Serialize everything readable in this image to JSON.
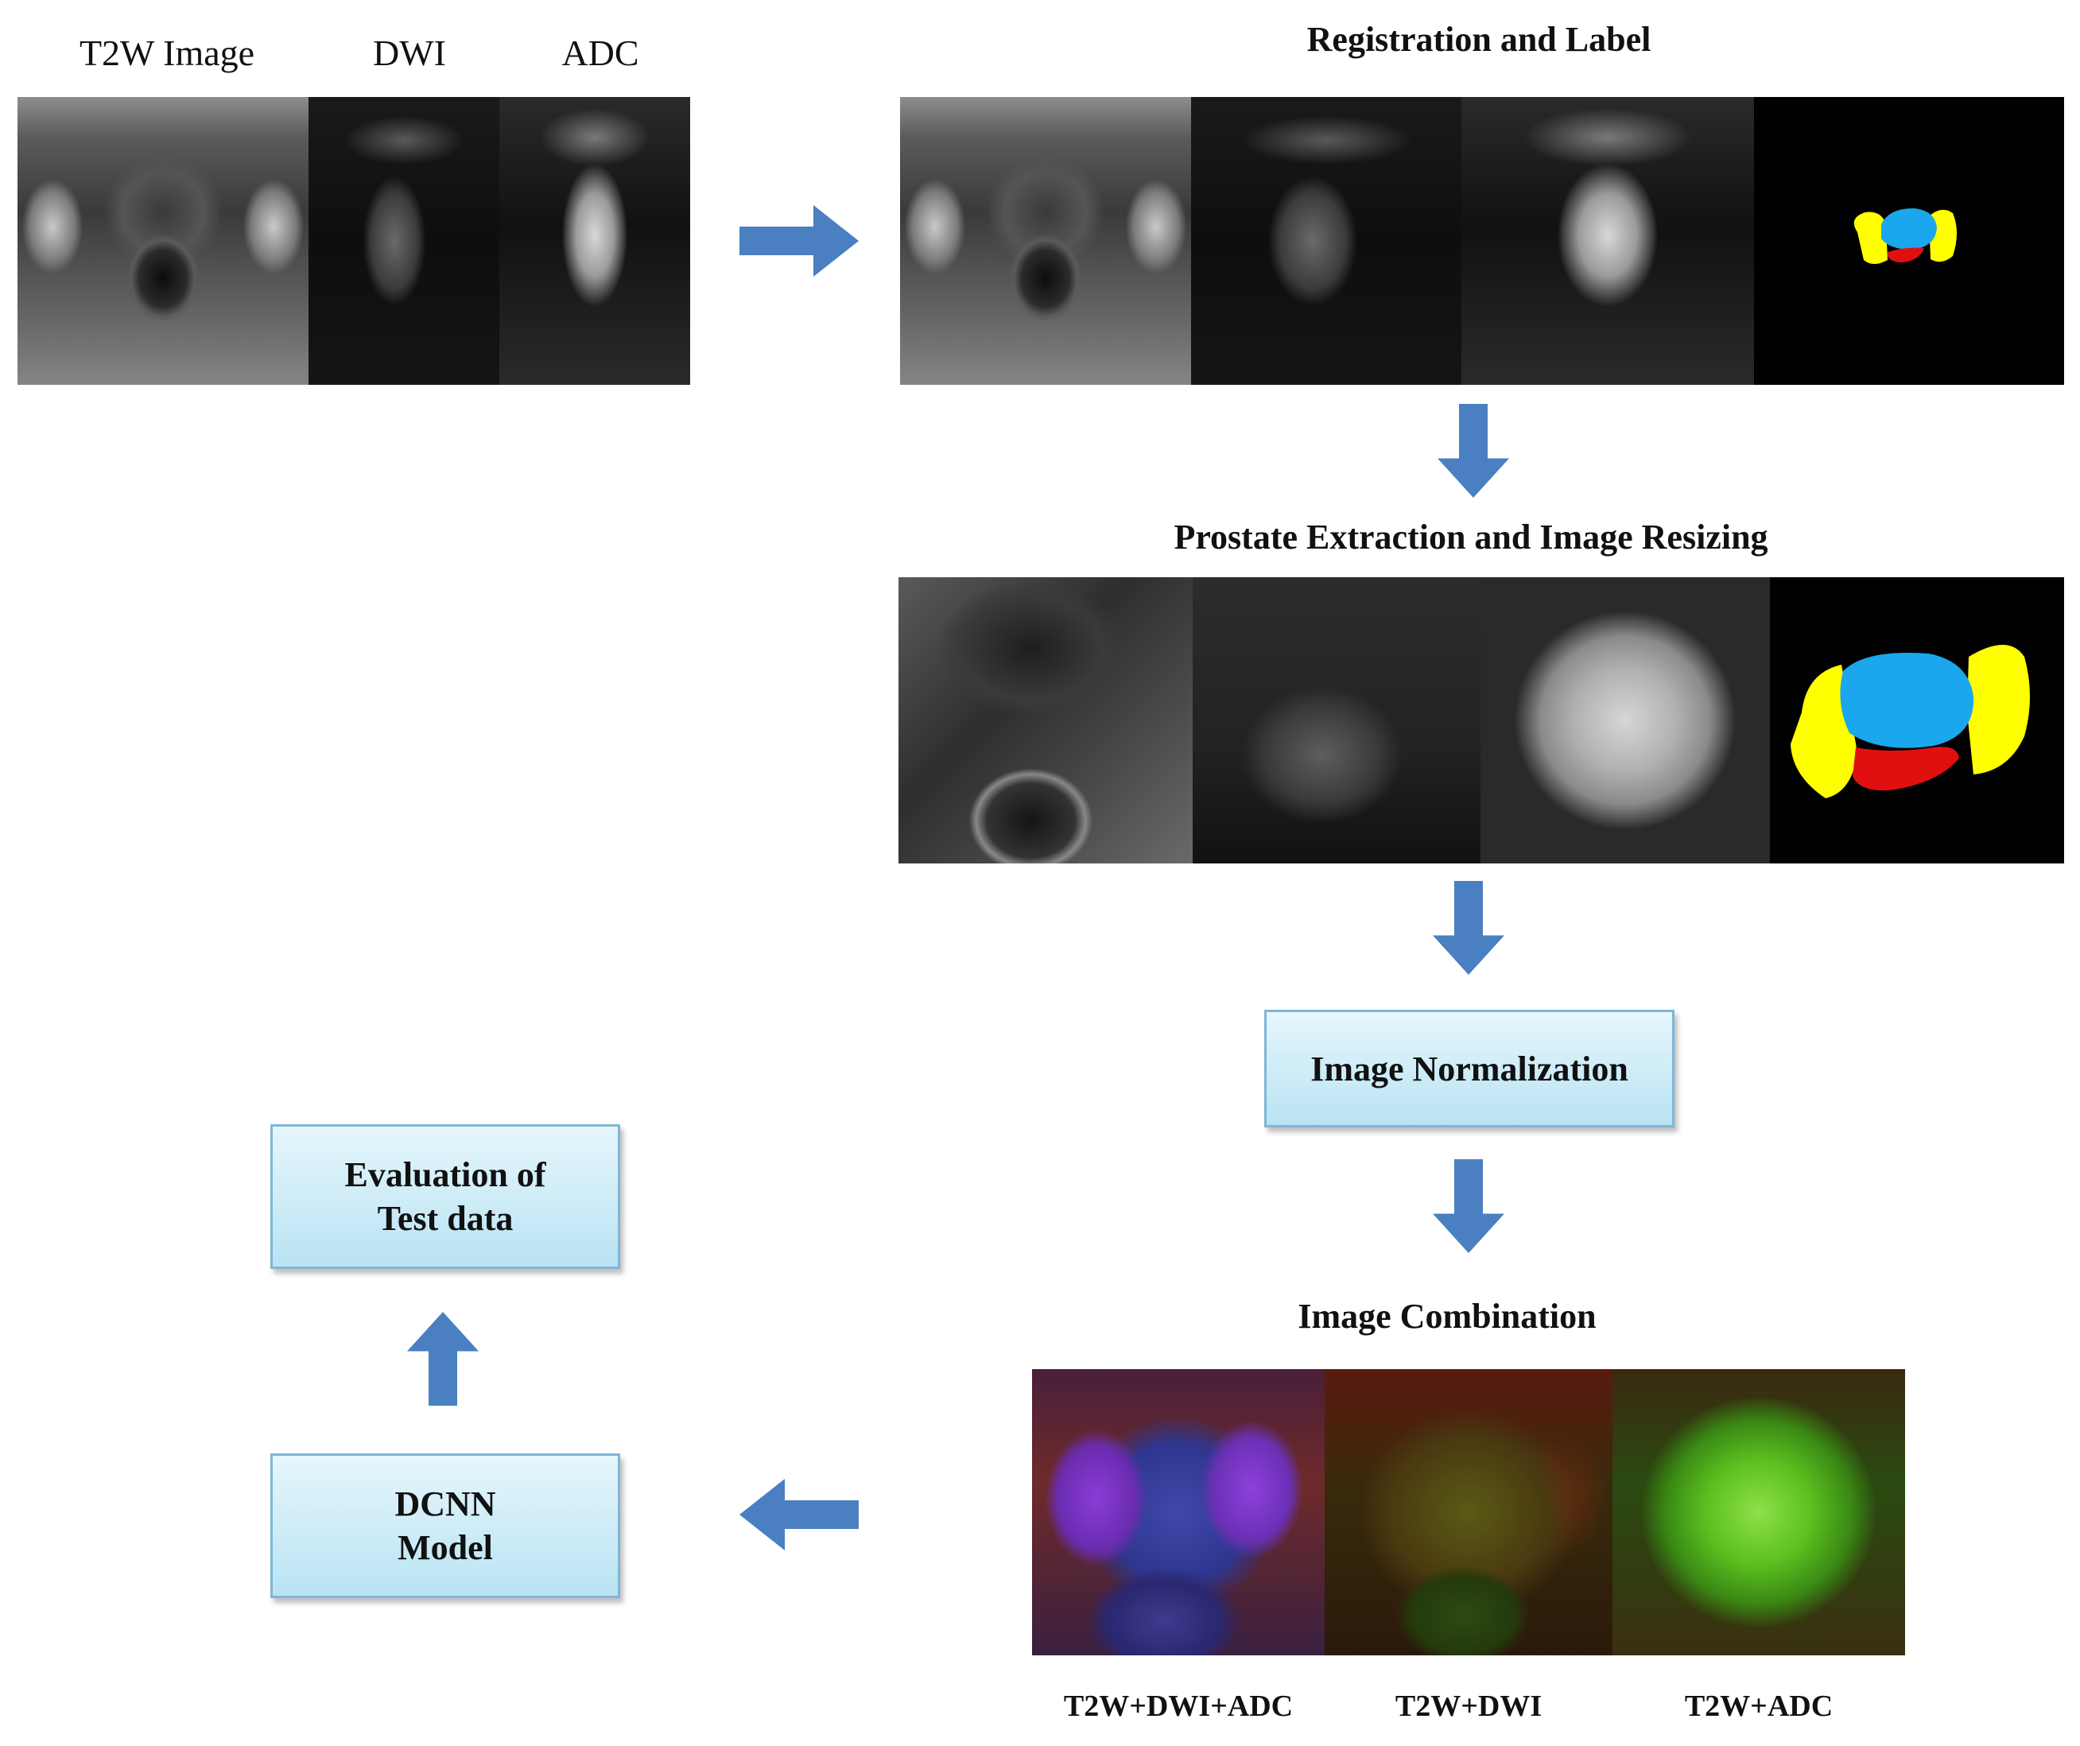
{
  "input": {
    "labels": {
      "t2w": "T2W Image",
      "dwi": "DWI",
      "adc": "ADC"
    }
  },
  "registration": {
    "title": "Registration  and Label"
  },
  "extraction": {
    "title": "Prostate Extraction and Image Resizing"
  },
  "normalization": {
    "label": "Image Normalization"
  },
  "combination": {
    "title": "Image Combination",
    "captions": [
      "T2W+DWI+ADC",
      "T2W+DWI",
      "T2W+ADC"
    ]
  },
  "model": {
    "line1": "DCNN",
    "line2": "Model"
  },
  "evaluation": {
    "line1": "Evaluation of",
    "line2": "Test data"
  },
  "colors": {
    "arrow": "#4a7fc1",
    "label_yellow": "#ffff00",
    "label_blue": "#1aa7ee",
    "label_red": "#e01010",
    "box_border": "#7fb6d6"
  }
}
